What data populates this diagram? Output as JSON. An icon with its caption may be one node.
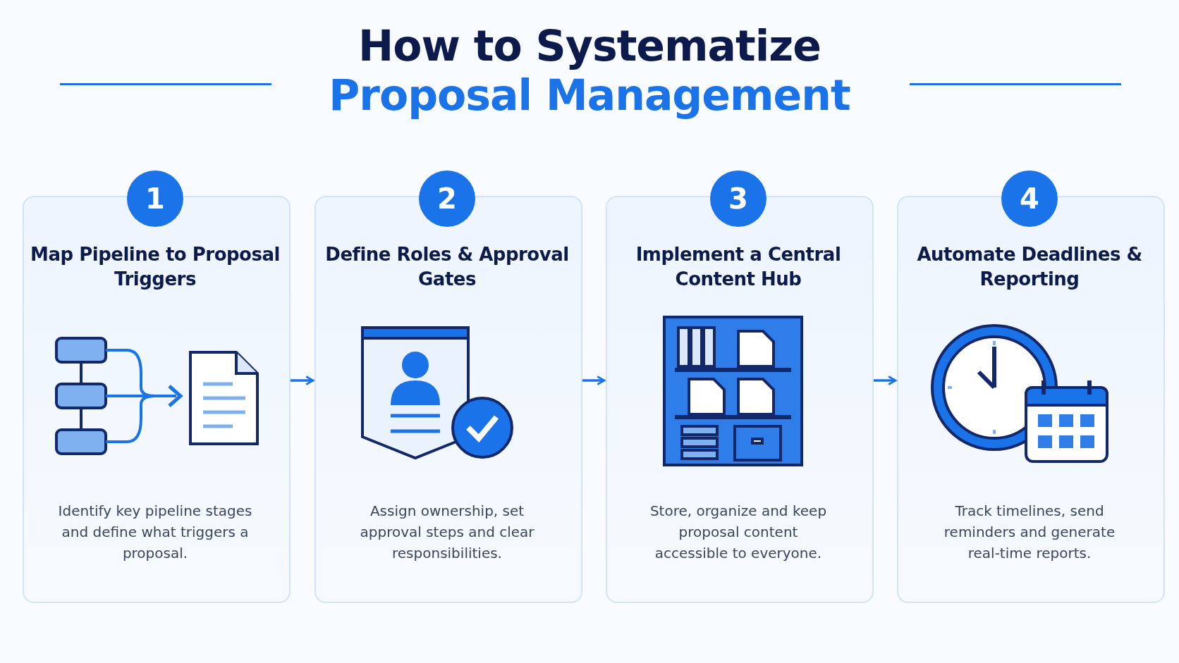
{
  "diagram": {
    "title": "How to Systematize Proposal Management",
    "nodes": [
      {
        "text": [
          "1",
          "Map Pipeline to Proposal Triggers",
          "Identify key pipeline stages and define what triggers a proposal."
        ]
      },
      {
        "text": [
          "2",
          "Define Roles & Approval Gates",
          "Assign ownership, set approval steps and clear responsibilities."
        ]
      },
      {
        "text": [
          "3",
          "Implement a Central Content Hub",
          "Store, organize and keep proposal content accessible to everyone."
        ]
      },
      {
        "text": [
          "4",
          "Automate Deadlines & Reporting",
          "Track timelines, send reminders and generate real-time reports."
        ]
      }
    ],
    "edges": [
      {
        "from": 0,
        "to": 1,
        "arrow": "to"
      },
      {
        "from": 1,
        "to": 2,
        "arrow": "to"
      },
      {
        "from": 2,
        "to": 3,
        "arrow": "to"
      }
    ]
  }
}
